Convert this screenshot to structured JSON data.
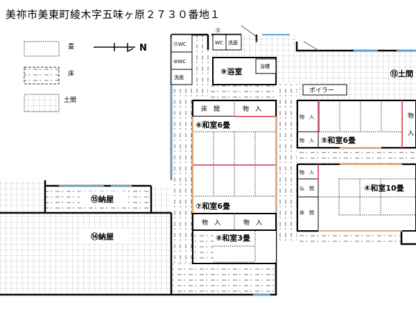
{
  "title": "美祢市美東町綾木字五味ヶ原２７３０番地１",
  "legend": {
    "tatami": "畳",
    "floor": "床",
    "doma": "土間"
  },
  "compass": {
    "label": "N",
    "icon": "north-arrow-icon"
  },
  "rooms": {
    "wc11": "⑪WC",
    "wc10": "⑩WC",
    "washroom_left": "洗面",
    "num12": "⑫",
    "wc_top": "WC",
    "washroom_top": "洗面",
    "bath": "⑨浴室",
    "bathtub": "浴槽",
    "doma13": "⑬土間",
    "boiler": "ボイラー",
    "tokonoma_a": "床　間",
    "storage_a": "物　入",
    "washitsu6": "⑥和室6畳",
    "washitsu7": "⑦和室6畳",
    "storage_b1": "物　入",
    "storage_b2": "物　入",
    "washitsu8": "⑧和室3畳",
    "storage_c1": "物　入",
    "storage_c2": "物　入",
    "washitsu5": "⑤和室6畳",
    "storage_c3a": "物",
    "storage_c3b": "入",
    "storage_d": "物　入",
    "butsuma": "仏　間",
    "tokonoma_b": "床　間",
    "washitsu4": "④和室10畳",
    "barn15": "⑮納屋",
    "barn14": "⑭納屋"
  },
  "colors": {
    "wall": "#000000",
    "window": "#5ba3d6",
    "fusuma": "#e06070",
    "shoji": "#e8a870",
    "inner": "#9a9a9a"
  }
}
